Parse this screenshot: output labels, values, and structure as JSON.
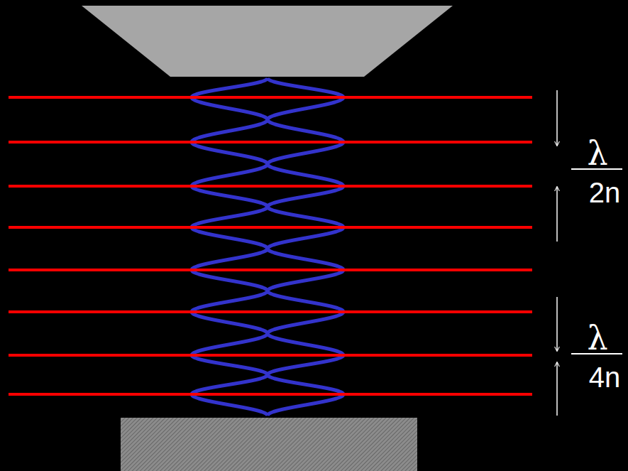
{
  "diagram": {
    "labels": [
      "λ",
      "2n",
      "λ",
      "4n"
    ]
  }
}
